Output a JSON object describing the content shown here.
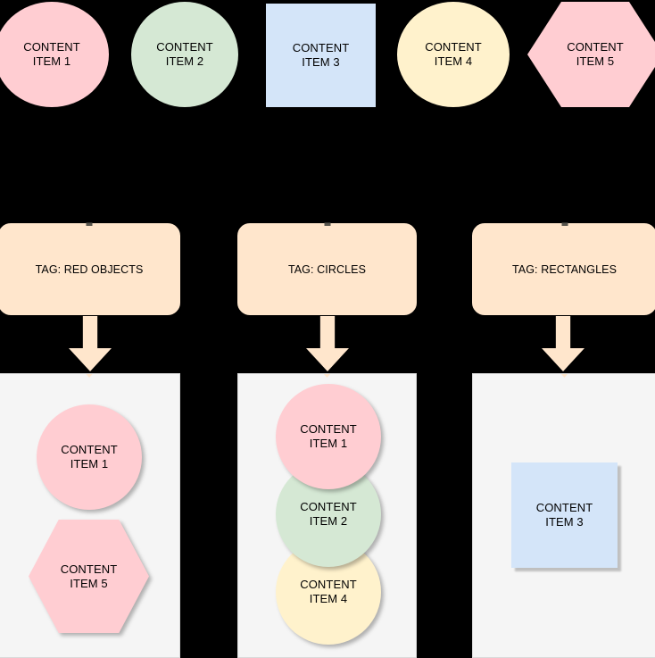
{
  "colors": {
    "pink": "#ffcdd2",
    "green": "#d5e8d4",
    "blue": "#d4e5f9",
    "yellow": "#fff2cc",
    "tag": "#ffe6cc",
    "panel_bg": "#f5f5f5",
    "panel_border": "#d9d9d9",
    "canvas_bg": "#000000",
    "text": "#000000"
  },
  "source_items": [
    {
      "id": "item1",
      "label": "CONTENT\nITEM 1",
      "shape": "ellipse",
      "color": "#ffcdd2"
    },
    {
      "id": "item2",
      "label": "CONTENT\nITEM 2",
      "shape": "ellipse",
      "color": "#d5e8d4"
    },
    {
      "id": "item3",
      "label": "CONTENT\nITEM 3",
      "shape": "rectangle",
      "color": "#d4e5f9"
    },
    {
      "id": "item4",
      "label": "CONTENT\nITEM 4",
      "shape": "ellipse",
      "color": "#fff2cc"
    },
    {
      "id": "item5",
      "label": "CONTENT\nITEM 5",
      "shape": "hexagon",
      "color": "#ffcdd2"
    }
  ],
  "tags": [
    {
      "id": "tag-red-objects",
      "label": "TAG: RED OBJECTS"
    },
    {
      "id": "tag-circles",
      "label": "TAG: CIRCLES"
    },
    {
      "id": "tag-rectangles",
      "label": "TAG: RECTANGLES"
    }
  ],
  "results": [
    {
      "id": "result-red-objects",
      "for_tag": "TAG: RED OBJECTS",
      "items": [
        {
          "label": "CONTENT\nITEM 1",
          "shape": "ellipse",
          "color": "#ffcdd2"
        },
        {
          "label": "CONTENT\nITEM 5",
          "shape": "hexagon",
          "color": "#ffcdd2"
        }
      ]
    },
    {
      "id": "result-circles",
      "for_tag": "TAG: CIRCLES",
      "items": [
        {
          "label": "CONTENT\nITEM 1",
          "shape": "ellipse",
          "color": "#ffcdd2"
        },
        {
          "label": "CONTENT\nITEM 2",
          "shape": "ellipse",
          "color": "#d5e8d4"
        },
        {
          "label": "CONTENT\nITEM 4",
          "shape": "ellipse",
          "color": "#fff2cc"
        }
      ]
    },
    {
      "id": "result-rectangles",
      "for_tag": "TAG: RECTANGLES",
      "items": [
        {
          "label": "CONTENT\nITEM 3",
          "shape": "rectangle",
          "color": "#d4e5f9"
        }
      ]
    }
  ],
  "arrows": [
    {
      "id": "arrow-red-objects",
      "direction": "down"
    },
    {
      "id": "arrow-circles",
      "direction": "down"
    },
    {
      "id": "arrow-rectangles",
      "direction": "down"
    }
  ]
}
